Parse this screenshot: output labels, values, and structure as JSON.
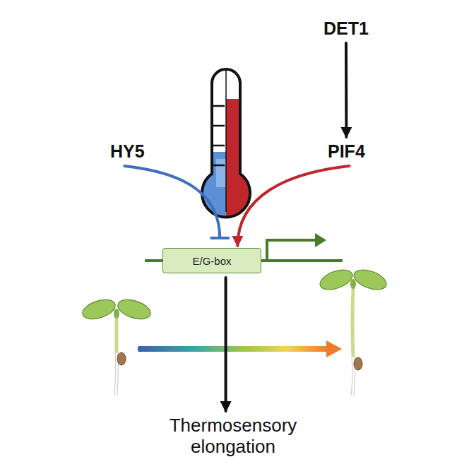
{
  "diagram": {
    "nodes": [
      {
        "text": [
          "DET1"
        ]
      },
      {
        "text": [
          "HY5"
        ]
      },
      {
        "text": [
          "PIF4"
        ]
      },
      {
        "text": [
          "E/G-box"
        ]
      },
      {
        "text": [
          "Thermosensory elongation"
        ]
      }
    ],
    "edges": [
      {
        "from": 0,
        "to": 2,
        "arrow": "to"
      },
      {
        "from": 1,
        "to": 3,
        "arrow": "to"
      },
      {
        "from": 2,
        "to": 3,
        "arrow": "to"
      },
      {
        "from": 3,
        "to": 4,
        "arrow": "to"
      }
    ]
  }
}
